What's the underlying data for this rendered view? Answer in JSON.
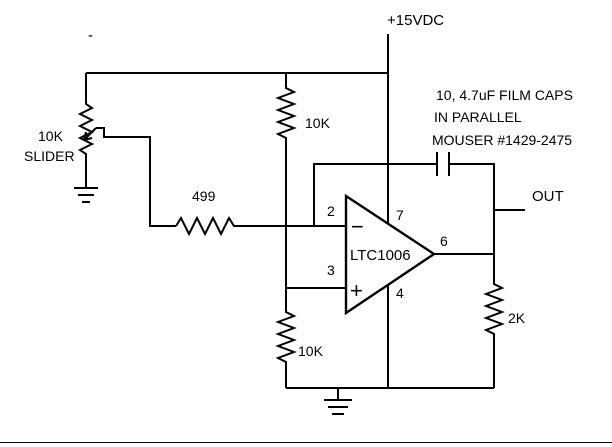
{
  "supply_label": "+15VDC",
  "slider": {
    "value": "10K",
    "name": "SLIDER"
  },
  "r_input": "499",
  "r_top": "10K",
  "r_bottom": "10K",
  "r_load": "2K",
  "cap_note": [
    "10, 4.7uF FILM CAPS",
    "IN PARALLEL",
    "MOUSER #1429-2475"
  ],
  "output_label": "OUT",
  "opamp": {
    "part": "LTC1006",
    "pins": {
      "inv": "2",
      "noninv": "3",
      "vplus": "7",
      "vminus": "4",
      "out": "6"
    },
    "inv_sign": "−",
    "noninv_sign": "+"
  },
  "stray_mark": "-"
}
